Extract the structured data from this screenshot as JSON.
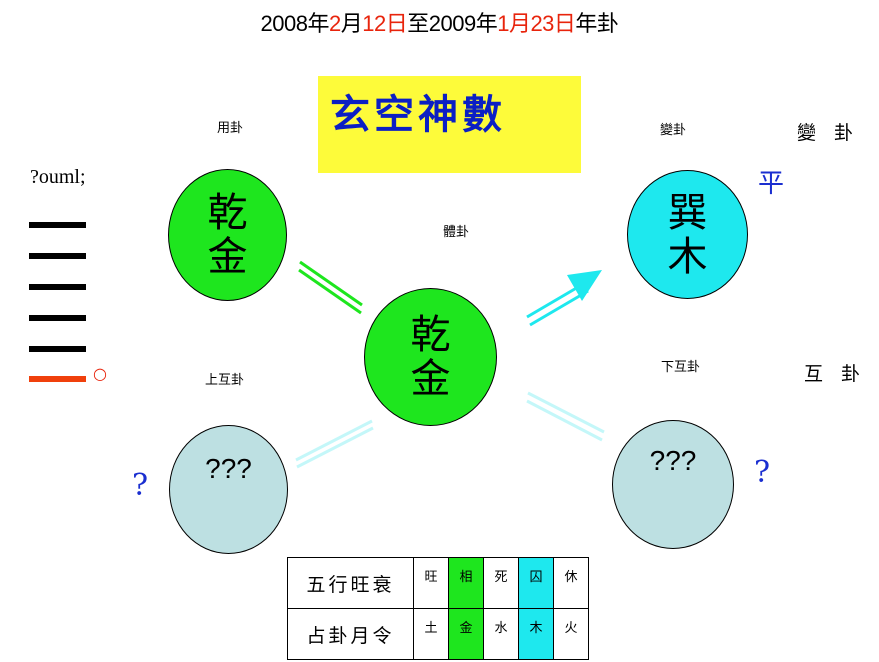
{
  "header": {
    "parts": [
      {
        "text": "2008年",
        "red": false
      },
      {
        "text": "2",
        "red": true
      },
      {
        "text": "月",
        "red": false
      },
      {
        "text": "12日",
        "red": true
      },
      {
        "text": "至2009年",
        "red": false
      },
      {
        "text": "1月23日",
        "red": true
      },
      {
        "text": "年卦",
        "red": false
      }
    ]
  },
  "title": "玄空神數",
  "labels": {
    "yong": "用卦",
    "ti": "體卦",
    "bian_small": "變卦",
    "bian_big": "變 卦",
    "shang_hu": "上互卦",
    "xia_hu": "下互卦",
    "hu_big": "互 卦",
    "ouml": "?ouml;",
    "ping": "平",
    "q_left": "?",
    "q_right": "?",
    "moving_mark": "○"
  },
  "hexagrams": {
    "yong": {
      "line1": "乾",
      "line2": "金"
    },
    "ti": {
      "line1": "乾",
      "line2": "金"
    },
    "bian": {
      "line1": "巽",
      "line2": "木"
    },
    "shang_hu": {
      "line1": "???"
    },
    "xia_hu": {
      "line1": "???"
    }
  },
  "yao_lines": [
    {
      "type": "yang",
      "moving": false
    },
    {
      "type": "yang",
      "moving": false
    },
    {
      "type": "yang",
      "moving": false
    },
    {
      "type": "yang",
      "moving": false
    },
    {
      "type": "yang",
      "moving": false
    },
    {
      "type": "yang",
      "moving": true
    }
  ],
  "colors": {
    "green": "#1ee61e",
    "cyan": "#1ee8ee",
    "gray": "#bde0e2",
    "yellow": "#fdfb3a",
    "blue_text": "#1a2ed0",
    "red": "#e8240c"
  },
  "table": {
    "row1_head": "五行旺衰",
    "row1": [
      "旺",
      "相",
      "死",
      "囚",
      "休"
    ],
    "row2_head": "占卦月令",
    "row2": [
      "土",
      "金",
      "水",
      "木",
      "火"
    ],
    "highlight": [
      "none",
      "green",
      "none",
      "cyan",
      "none"
    ]
  }
}
